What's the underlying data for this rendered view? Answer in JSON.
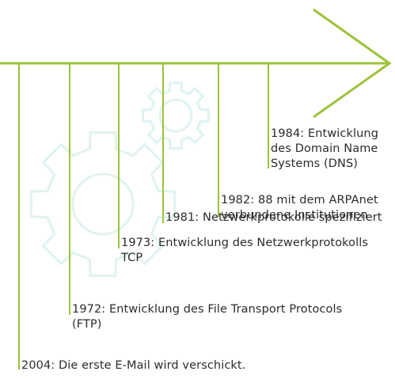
{
  "colors": {
    "accent": "#9cc33a",
    "gear": "#dff2f2",
    "text": "#2b2b2b",
    "background": "#ffffff"
  },
  "icons": [
    "arrow-right-icon",
    "gear-icon"
  ],
  "events": [
    {
      "year": "2004",
      "text": "2004: Die erste E-Mail wird verschickt."
    },
    {
      "year": "1972",
      "text": "1972: Entwicklung des File Transport Protocols\n(FTP)"
    },
    {
      "year": "1973",
      "text": "1973: Entwicklung des Netzwerkprotokolls\nTCP"
    },
    {
      "year": "1981",
      "text": "1981: Netzwerkprotokolle spezifiziert"
    },
    {
      "year": "1982",
      "text": "1982: 88 mit dem ARPAnet\nverbundene Institutionen"
    },
    {
      "year": "1984",
      "text": "1984: Entwicklung\ndes Domain Name\nSystems (DNS)"
    }
  ]
}
